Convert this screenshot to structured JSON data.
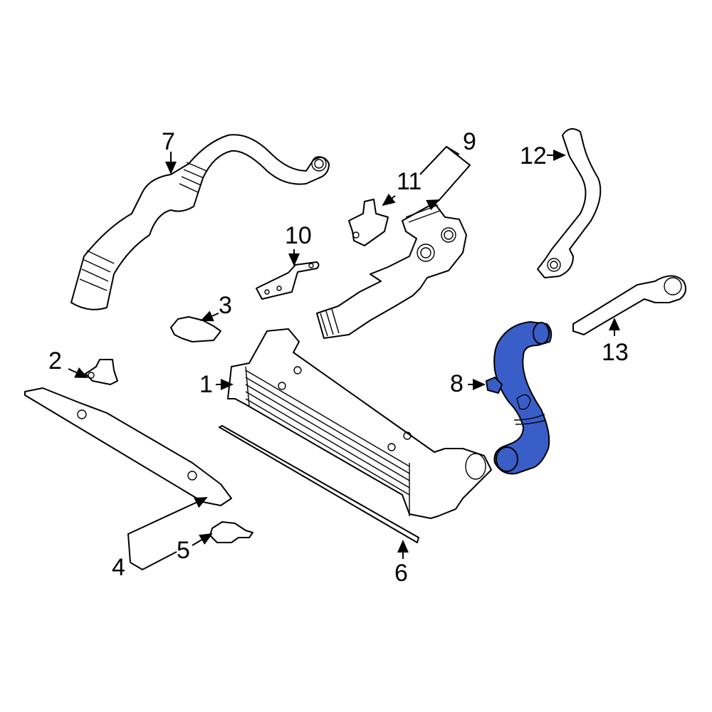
{
  "diagram": {
    "type": "exploded-parts-diagram",
    "highlight_color": "#3a5ec8",
    "highlighted_part": "8"
  },
  "callouts": {
    "c1": "1",
    "c2": "2",
    "c3": "3",
    "c4": "4",
    "c5": "5",
    "c6": "6",
    "c7": "7",
    "c8": "8",
    "c9": "9",
    "c10": "10",
    "c11": "11",
    "c12": "12",
    "c13": "13"
  },
  "parts": [
    {
      "number": "1",
      "name": "intercooler"
    },
    {
      "number": "2",
      "name": "bracket"
    },
    {
      "number": "3",
      "name": "bracket"
    },
    {
      "number": "4",
      "name": "lower-support"
    },
    {
      "number": "5",
      "name": "clip"
    },
    {
      "number": "6",
      "name": "seal-strip"
    },
    {
      "number": "7",
      "name": "intake-hose"
    },
    {
      "number": "8",
      "name": "intercooler-outlet-hose",
      "highlighted": true
    },
    {
      "number": "9",
      "name": "intake-pipe"
    },
    {
      "number": "10",
      "name": "bracket"
    },
    {
      "number": "11",
      "name": "sensor-bracket"
    },
    {
      "number": "12",
      "name": "vent-hose"
    },
    {
      "number": "13",
      "name": "vent-hose"
    }
  ]
}
